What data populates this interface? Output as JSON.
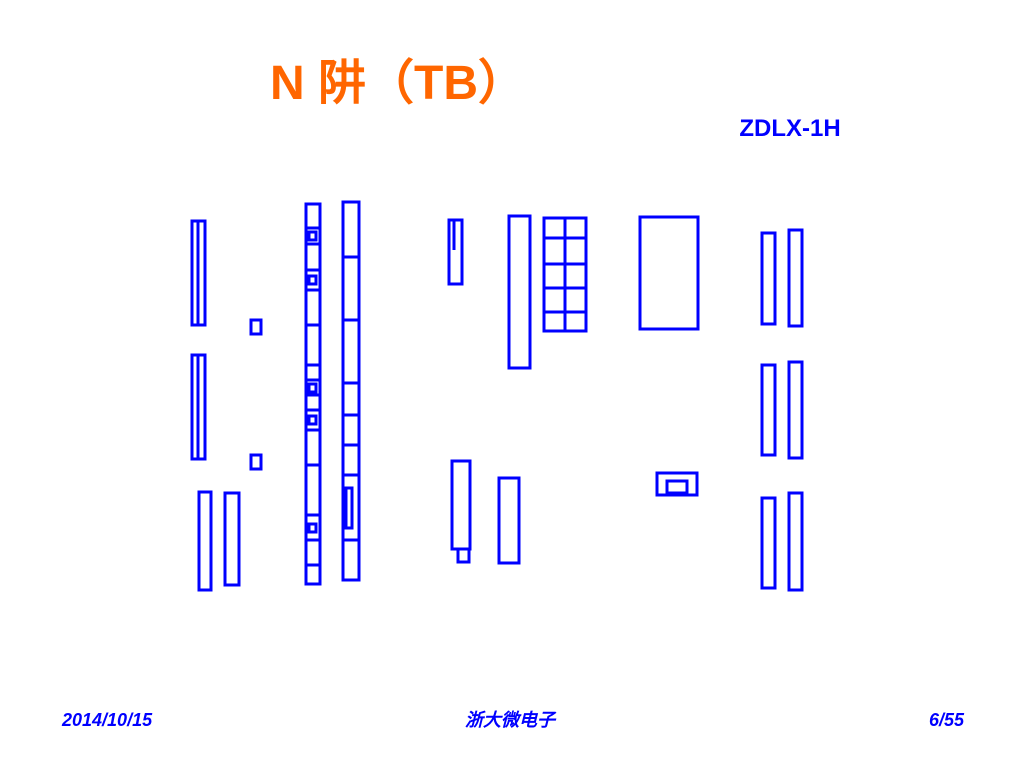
{
  "slide": {
    "title": "N 阱（TB）",
    "model": "ZDLX-1H"
  },
  "footer": {
    "date": "2014/10/15",
    "organization": "浙大微电子",
    "page": "6/55"
  },
  "colors": {
    "title": "#ff6600",
    "layout": "#0000ff",
    "model": "#0000ff",
    "footer": "#0000ff"
  }
}
